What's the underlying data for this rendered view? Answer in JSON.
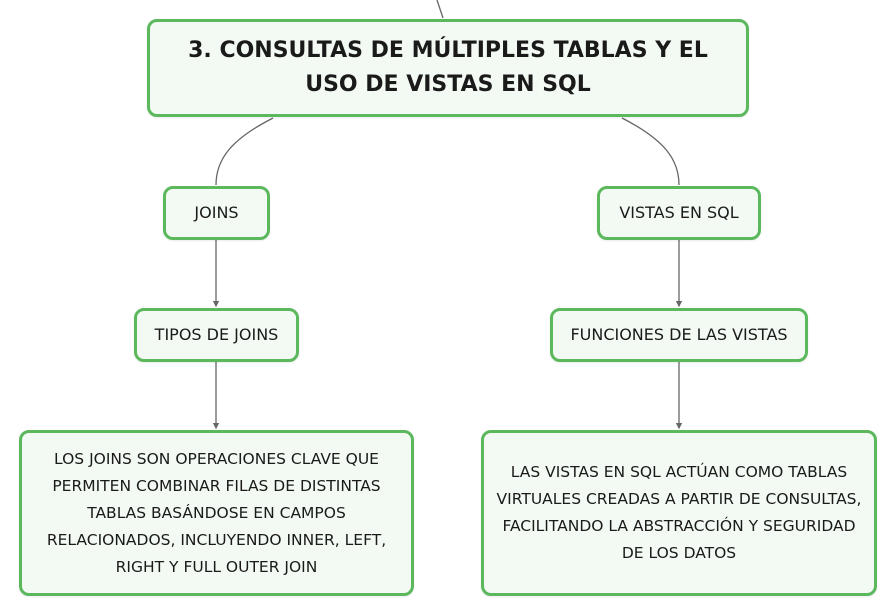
{
  "theme": {
    "node_border": "#5cb85c",
    "node_fill": "#f3faf3",
    "connector": "#666666"
  },
  "root": {
    "title": "3. CONSULTAS DE MÚLTIPLES TABLAS Y EL USO DE VISTAS EN SQL"
  },
  "branches": [
    {
      "label": "JOINS",
      "child": {
        "label": "TIPOS DE JOINS",
        "detail": "LOS JOINS SON OPERACIONES CLAVE QUE PERMITEN COMBINAR FILAS DE DISTINTAS TABLAS BASÁNDOSE EN CAMPOS RELACIONADOS, INCLUYENDO INNER, LEFT, RIGHT Y FULL OUTER JOIN"
      }
    },
    {
      "label": "VISTAS EN SQL",
      "child": {
        "label": "FUNCIONES DE LAS VISTAS",
        "detail": "LAS VISTAS EN SQL ACTÚAN COMO TABLAS VIRTUALES CREADAS A PARTIR DE CONSULTAS, FACILITANDO LA ABSTRACCIÓN Y SEGURIDAD DE LOS DATOS"
      }
    }
  ]
}
